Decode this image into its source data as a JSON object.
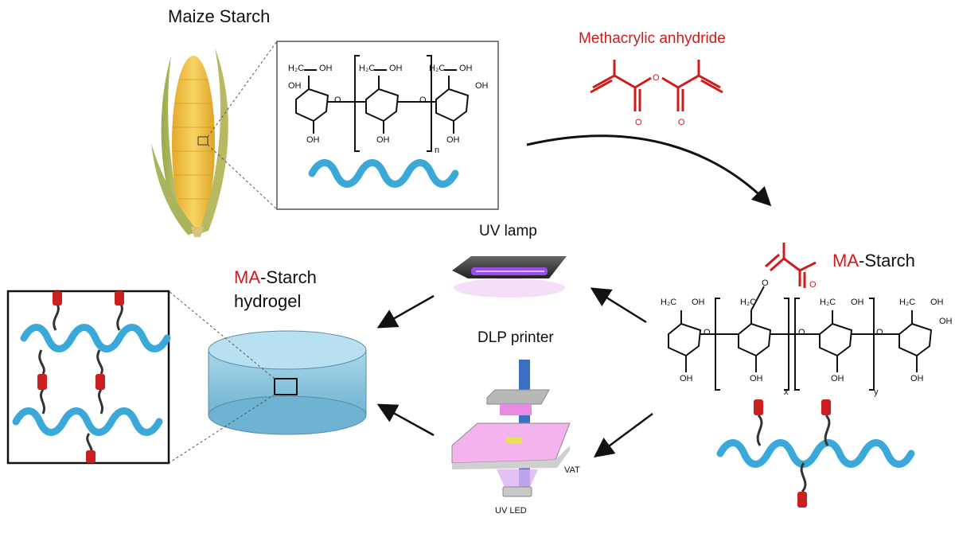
{
  "labels": {
    "maize_starch": "Maize Starch",
    "methacrylic_anhydride": "Methacrylic anhydride",
    "ma_starch_prefix": "MA",
    "ma_starch_suffix": "-Starch",
    "hydrogel_prefix": "MA",
    "hydrogel_suffix": "-Starch",
    "hydrogel_line2": "hydrogel",
    "uv_lamp": "UV lamp",
    "dlp_printer": "DLP printer",
    "vat": "VAT",
    "uv_led": "UV LED"
  },
  "chem": {
    "h2c": "H₂C",
    "oh": "OH",
    "o": "O",
    "n": "n",
    "x": "x",
    "y": "y"
  },
  "colors": {
    "reagent_red": "#d11a1a",
    "helix_blue": "#3aa8d8",
    "uv_purple": "#8a2be2",
    "pink_resin": "#f2a0e6",
    "corn_yellow": "#f2c94c",
    "hydrogel_blue": "#8cc8e0"
  },
  "icons": [
    "maize-cob-icon",
    "uv-lamp-icon",
    "dlp-printer-icon",
    "hydrogel-disc-icon",
    "helix-icon"
  ]
}
